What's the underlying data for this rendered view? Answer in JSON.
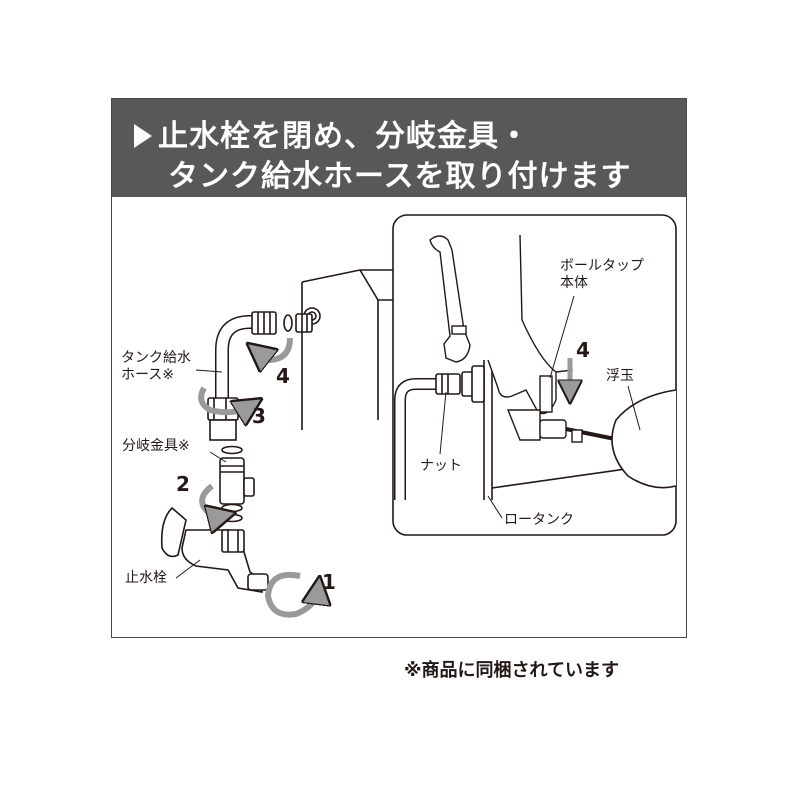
{
  "header": {
    "line1": "止水栓を閉め、分岐金具・",
    "line2": "タンク給水ホースを取り付けます"
  },
  "labels": {
    "hose": [
      "タンク給水",
      "ホース※"
    ],
    "branch": "分岐金具※",
    "valve": "止水栓",
    "ballTap": [
      "ボールタップ",
      "本体"
    ],
    "float": "浮玉",
    "nut": "ナット",
    "lowTank": "ロータンク"
  },
  "steps": {
    "s1": "1",
    "s2": "2",
    "s3": "3",
    "s4": "4",
    "s4inset": "4"
  },
  "footnote": "※商品に同梱されています",
  "colors": {
    "banner": "#595757",
    "line": "#231815",
    "arrow": "#9a9a9a"
  }
}
